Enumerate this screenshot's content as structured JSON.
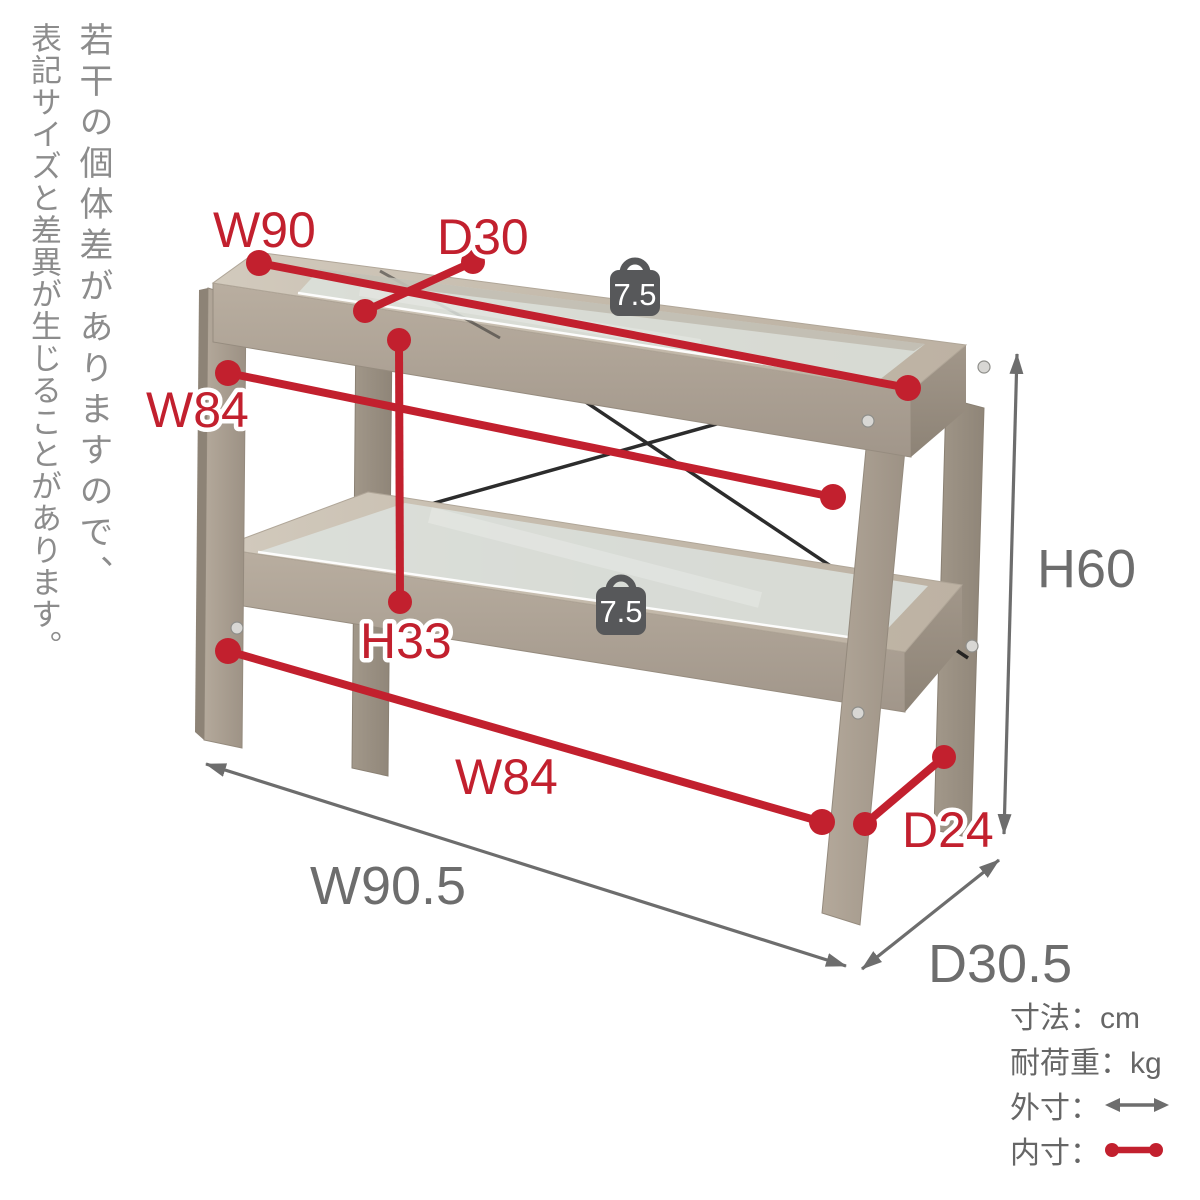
{
  "notice": {
    "col1": "若干の個体差がありますので、",
    "col2": "表記サイズと差異が生じることがあります。"
  },
  "dims": {
    "w90": "W90",
    "d30": "D30",
    "w84_top": "W84",
    "h33": "H33",
    "w84_bottom": "W84",
    "d24": "D24",
    "h60": "H60",
    "w90_5": "W90.5",
    "d30_5": "D30.5"
  },
  "load_capacity": {
    "top_shelf": "7.5",
    "bottom_shelf": "7.5"
  },
  "legend": {
    "units": "寸法：cm",
    "load": "耐荷重：kg",
    "outer": "外寸：",
    "inner": "内寸："
  },
  "colors": {
    "inner_dim_red": "#c2202e",
    "outer_dim_gray": "#6d6d6d",
    "notice_gray": "#8c8c8c",
    "legend_gray": "#666666",
    "wood_light": "#cfc7ba",
    "wood_front": "#b0a597",
    "wood_shadow": "#948a7d",
    "glass": "#dde3df",
    "badge_gray": "#57585a",
    "wire_black": "#1b1b1b"
  }
}
